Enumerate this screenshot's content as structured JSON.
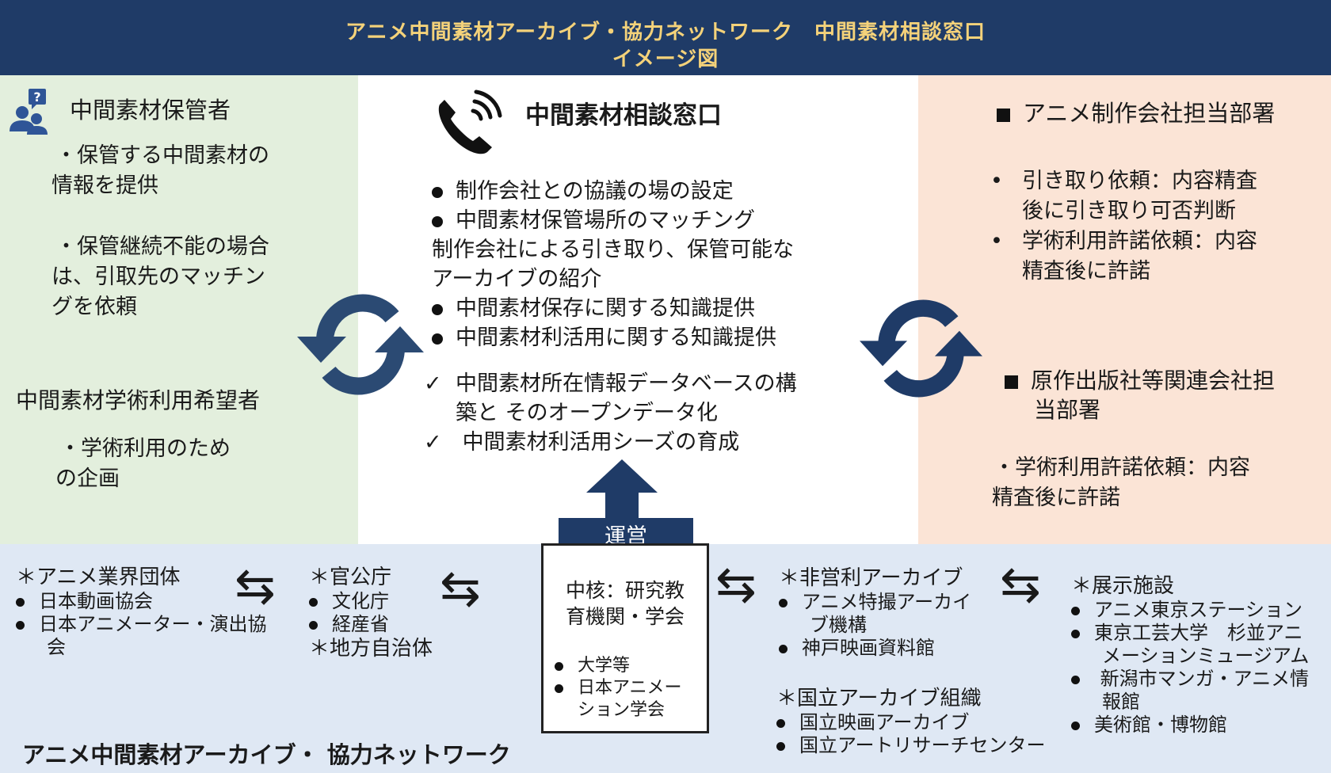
{
  "header": {
    "title_line1": "アニメ中間素材アーカイブ・協力ネットワーク　中間素材相談窓口",
    "title_line2": "イメージ図"
  },
  "left": {
    "holder_title": "中間素材保管者",
    "holder_item1_l1": "・保管する中間素材の",
    "holder_item1_l2": "情報を提供",
    "holder_item2_l1": "・保管継続不能の場合",
    "holder_item2_l2": "は、引取先のマッチン",
    "holder_item2_l3": "グを依頼",
    "academic_title": "中間素材学術利用希望者",
    "academic_item_l1": "・学術利用のため",
    "academic_item_l2": "の企画"
  },
  "center": {
    "title": "中間素材相談窓口",
    "bullet1": "制作会社との協議の場の設定",
    "bullet2": "中間素材保管場所のマッチング",
    "bullet2_sub1": "制作会社による引き取り、保管可能な",
    "bullet2_sub2": "アーカイブの紹介",
    "bullet3": "中間素材保存に関する知識提供",
    "bullet4": "中間素材利活用に関する知識提供",
    "check1_l1": "中間素材所在情報データベースの構",
    "check1_l2": "築と そのオープンデータ化",
    "check2": " 中間素材利活用シーズの育成",
    "check_mark": "✓"
  },
  "right": {
    "anime_title": "アニメ制作会社担当部署",
    "anime_item1_l1": "引き取り依頼：内容精査",
    "anime_item1_l2": "後に引き取り可否判断",
    "anime_item2_l1": "学術利用許諾依頼：内容",
    "anime_item2_l2": "精査後に許諾",
    "bullet_char": "•",
    "publisher_title_l1": "原作出版社等関連会社担",
    "publisher_title_l2": "当部署",
    "publisher_item_l1": "・学術利用許諾依頼：内容",
    "publisher_item_l2": "精査後に許諾"
  },
  "bottom": {
    "industry_title": "＊アニメ業界団体",
    "industry_item1": "日本動画協会",
    "industry_item2_l1": "日本アニメーター・演出協",
    "industry_item2_l2": "会",
    "gov_title": "＊官公庁",
    "gov_item1": "文化庁",
    "gov_item2": "経産省",
    "gov_local": "＊地方自治体",
    "op_label": "運営",
    "core_l1": "中核：研究教",
    "core_l2": "育機関・学会",
    "core_item1": "大学等",
    "core_item2_l1": "日本アニメー",
    "core_item2_l2": "ション学会",
    "npo_title": "＊非営利アーカイブ",
    "npo_item1_l1": "アニメ特撮アーカイ",
    "npo_item1_l2": "ブ機構",
    "npo_item2": "神戸映画資料館",
    "national_title": "＊国立アーカイブ組織",
    "national_item1": "国立映画アーカイブ",
    "national_item2": "国立アートリサーチセンター",
    "exhibit_title": "＊展示施設",
    "exhibit_item1": "アニメ東京ステーション",
    "exhibit_item2_l1": "東京工芸大学　杉並アニ",
    "exhibit_item2_l2": "メーションミュージアム",
    "exhibit_item3_l1": " 新潟市マンガ・アニメ情",
    "exhibit_item3_l2": "報館",
    "exhibit_item4": "美術館・博物館",
    "network_name": "アニメ中間素材アーカイブ・ 協力ネットワーク",
    "arrow_char": "⇆"
  },
  "icons": [
    "people-question-icon",
    "phone-icon",
    "refresh-cycle-icon"
  ],
  "colors": {
    "header_bg": "#1f3b67",
    "header_text": "#f4d27a",
    "left_bg": "#e3efdd",
    "right_bg": "#fbe4d6",
    "bottom_bg": "#dfe8f4",
    "accent_dark": "#1f3b67",
    "cycle_icon": "#2b4a73"
  }
}
